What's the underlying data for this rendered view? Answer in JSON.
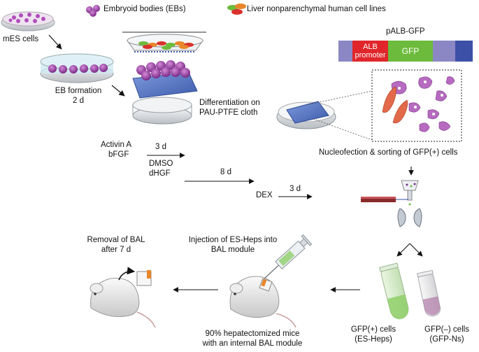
{
  "legend": {
    "eb_label": "Embryoid bodies (EBs)",
    "liver_label": "Liver nonparenchymal human cell lines"
  },
  "steps": {
    "mes_cells": "mES cells",
    "eb_formation": "EB formation",
    "eb_days": "2 d",
    "differentiation_line1": "Differentiation on",
    "differentiation_line2": "PAU-PTFE cloth",
    "activin": "Activin A",
    "bfgf": "bFGF",
    "d3a": "3 d",
    "dmso": "DMSO",
    "dhgf": "dHGF",
    "d8": "8 d",
    "dex": "DEX",
    "d3b": "3 d",
    "nucleofection": "Nucleofection & sorting of GFP(+) cells",
    "removal_line1": "Removal of BAL",
    "removal_line2": "after 7 d",
    "injection_line1": "Injection of ES-Heps into",
    "injection_line2": "BAL module",
    "mice_line1": "90% hepatectomized mice",
    "mice_line2": "with an internal BAL module",
    "gfp_pos_line1": "GFP(+) cells",
    "gfp_pos_line2": "(ES-Heps)",
    "gfp_neg_line1": "GFP(–) cells",
    "gfp_neg_line2": "(GFP-Ns)"
  },
  "construct": {
    "title": "pALB-GFP",
    "alb_line1": "ALB",
    "alb_line2": "promoter",
    "gfp": "GFP"
  },
  "colors": {
    "eb_purple": "#9b3fa6",
    "alb_red": "#e0262b",
    "gfp_green": "#6dbb3c",
    "vector_lavender": "#8b87c4",
    "vector_blue": "#3c50a8",
    "cloth_blue": "#5a79c9",
    "tube_green": "#8fcf6a"
  }
}
